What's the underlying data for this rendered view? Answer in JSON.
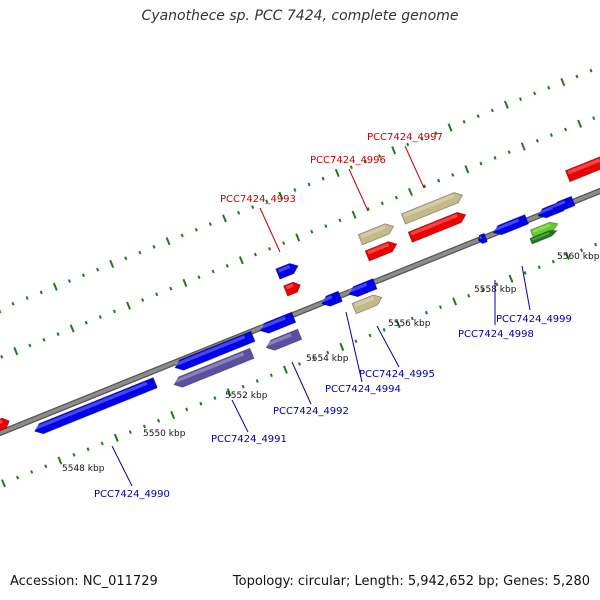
{
  "title": "Cyanothece sp. PCC 7424, complete genome",
  "footer": {
    "accession": "Accession: NC_011729",
    "summary": "Topology: circular; Length: 5,942,652 bp; Genes: 5,280"
  },
  "colors": {
    "backbone": "#8c8c8c",
    "tick": "#1f7a1f",
    "forward_label": "#cc0000",
    "reverse_label": "#0000aa",
    "blue_gene": "#0000ee",
    "red_gene": "#ee0000",
    "tan_gene": "#c4b988",
    "purple_gene": "#5a4fa0",
    "green_gene": "#66cc22"
  },
  "scale": [
    "5548 kbp",
    "5550 kbp",
    "5552 kbp",
    "5554 kbp",
    "5556 kbp",
    "5558 kbp",
    "5560 kbp"
  ],
  "genes": [
    {
      "id": "PCC7424_4990",
      "strand": "reverse",
      "start_kbp": 5547.0,
      "end_kbp": 5549.4,
      "color": "blue"
    },
    {
      "id": "PCC7424_4991",
      "strand": "reverse",
      "start_kbp": 5550.5,
      "end_kbp": 5552.0,
      "color": "blue"
    },
    {
      "id": "PCC7424_4992",
      "strand": "reverse",
      "start_kbp": 5552.3,
      "end_kbp": 5552.9,
      "color": "blue"
    },
    {
      "id": "PCC7424_4993",
      "strand": "forward",
      "start_kbp": 5553.0,
      "end_kbp": 5553.3,
      "color": "blue"
    },
    {
      "id": "PCC7424_4994",
      "strand": "reverse",
      "start_kbp": 5554.2,
      "end_kbp": 5554.6,
      "color": "blue"
    },
    {
      "id": "PCC7424_4995",
      "strand": "reverse",
      "start_kbp": 5554.8,
      "end_kbp": 5555.3,
      "color": "blue"
    },
    {
      "id": "PCC7424_4996",
      "strand": "forward",
      "start_kbp": 5555.4,
      "end_kbp": 5556.0,
      "color": "tan"
    },
    {
      "id": "PCC7424_4997",
      "strand": "forward",
      "start_kbp": 5556.4,
      "end_kbp": 5557.6,
      "color": "tan"
    },
    {
      "id": "PCC7424_4998",
      "strand": "reverse",
      "start_kbp": 5558.2,
      "end_kbp": 5558.8,
      "color": "blue"
    },
    {
      "id": "PCC7424_4999",
      "strand": "reverse",
      "start_kbp": 5559.0,
      "end_kbp": 5559.6,
      "color": "blue"
    }
  ]
}
